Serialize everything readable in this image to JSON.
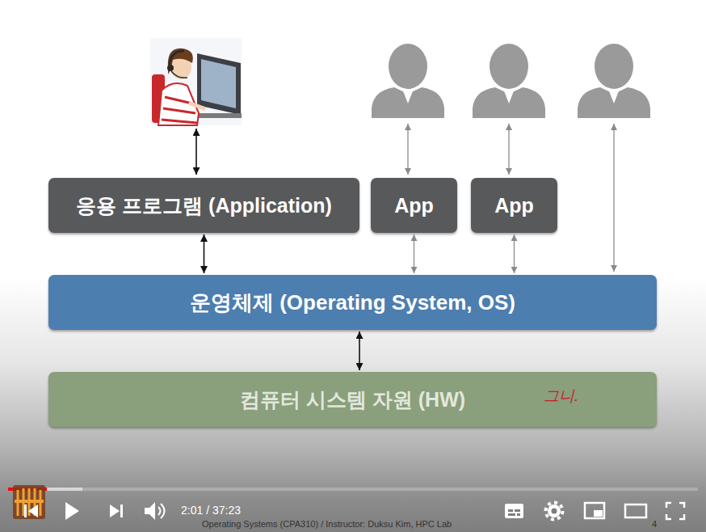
{
  "diagram": {
    "nodes": [
      {
        "text": [
          "응용 프로그램 (Application)"
        ]
      },
      {
        "text": [
          "App"
        ]
      },
      {
        "text": [
          "App"
        ]
      },
      {
        "text": [
          "운영체제 (Operating System, OS)"
        ]
      },
      {
        "text": [
          "컴퓨터 시스템 자원 (HW)"
        ]
      }
    ],
    "edges": [
      {
        "from": 0,
        "to": 3,
        "arrow": "both"
      },
      {
        "from": 1,
        "to": 3,
        "arrow": "both"
      },
      {
        "from": 2,
        "to": 3,
        "arrow": "both"
      },
      {
        "from": 3,
        "to": 4,
        "arrow": "both"
      }
    ],
    "labels": [
      "그니.",
      "2:01 / 37:23",
      "Operating Systems (CPA310) / Instructor: Duksu Kim, HPC Lab",
      "4"
    ]
  }
}
